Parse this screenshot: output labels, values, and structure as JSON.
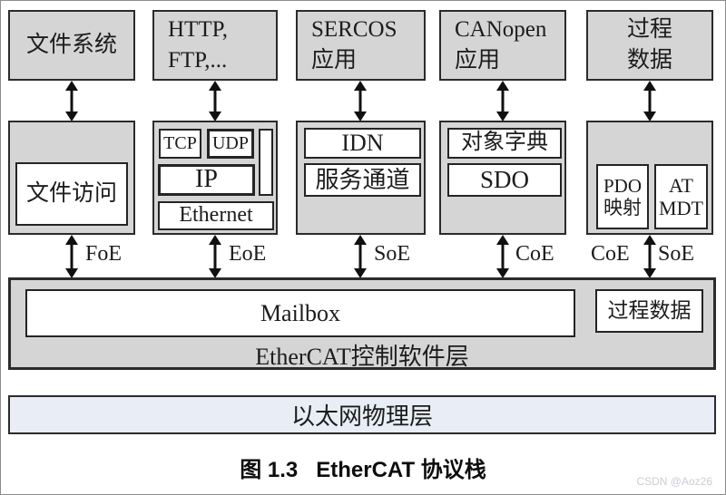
{
  "diagram": {
    "title_caption": "图 1.3   EtherCAT 协议栈",
    "watermark": "CSDN @Aoz26",
    "top_boxes": [
      {
        "lines": [
          "文件系统"
        ]
      },
      {
        "lines": [
          "HTTP,",
          "FTP,..."
        ]
      },
      {
        "lines": [
          "SERCOS",
          "应用"
        ]
      },
      {
        "lines": [
          "CANopen",
          "应用"
        ]
      },
      {
        "lines": [
          "过程",
          "数据"
        ]
      }
    ],
    "middle_boxes": {
      "file_access": "文件访问",
      "tcp": "TCP",
      "udp": "UDP",
      "ip": "IP",
      "ethernet": "Ethernet",
      "idn": "IDN",
      "service_channel": "服务通道",
      "object_dictionary": "对象字典",
      "sdo": "SDO",
      "pdo_mapping_lines": [
        "PDO",
        "映射"
      ],
      "at_mdt_lines": [
        "AT",
        "MDT"
      ]
    },
    "protocol_labels": {
      "foe": "FoE",
      "eoe": "EoE",
      "soe": "SoE",
      "coe": "CoE",
      "coe2": "CoE",
      "soe2": "SoE"
    },
    "ethercat_layer": {
      "mailbox": "Mailbox",
      "process_data": "过程数据",
      "label": "EtherCAT控制软件层"
    },
    "physical_layer": "以太网物理层",
    "colors": {
      "box_fill": "#d5d5d5",
      "physical_fill": "#e8edf6",
      "border": "#2b2b2b",
      "watermark": "#c9cdd3"
    }
  }
}
